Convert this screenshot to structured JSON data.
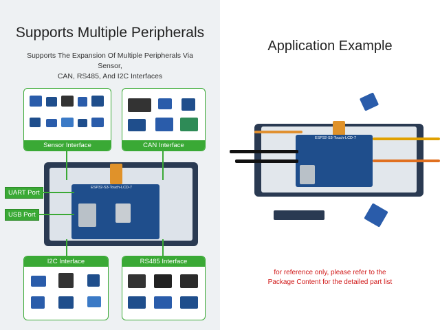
{
  "left": {
    "title": "Supports Multiple Peripherals",
    "subtitle_line1": "Supports The Expansion Of Multiple Peripherals Via Sensor,",
    "subtitle_line2": "CAN, RS485, And I2C Interfaces",
    "panels": {
      "sensor": "Sensor Interface",
      "can": "CAN Interface",
      "i2c": "I2C Interface",
      "rs485": "RS485 Interface"
    },
    "ports": {
      "uart": "UART Port",
      "usb": "USB Port"
    },
    "board_label": "ESP32-S3-Touch-LCD-7"
  },
  "right": {
    "title": "Application Example",
    "board_label": "ESP32-S3-Touch-LCD-7",
    "note_line1": "for reference only, please refer to the",
    "note_line2": "Package Content for the detailed part list"
  },
  "colors": {
    "accent": "#3aa935",
    "note": "#d01818",
    "board": "#1f4e8c",
    "screen": "#2a3a52"
  }
}
